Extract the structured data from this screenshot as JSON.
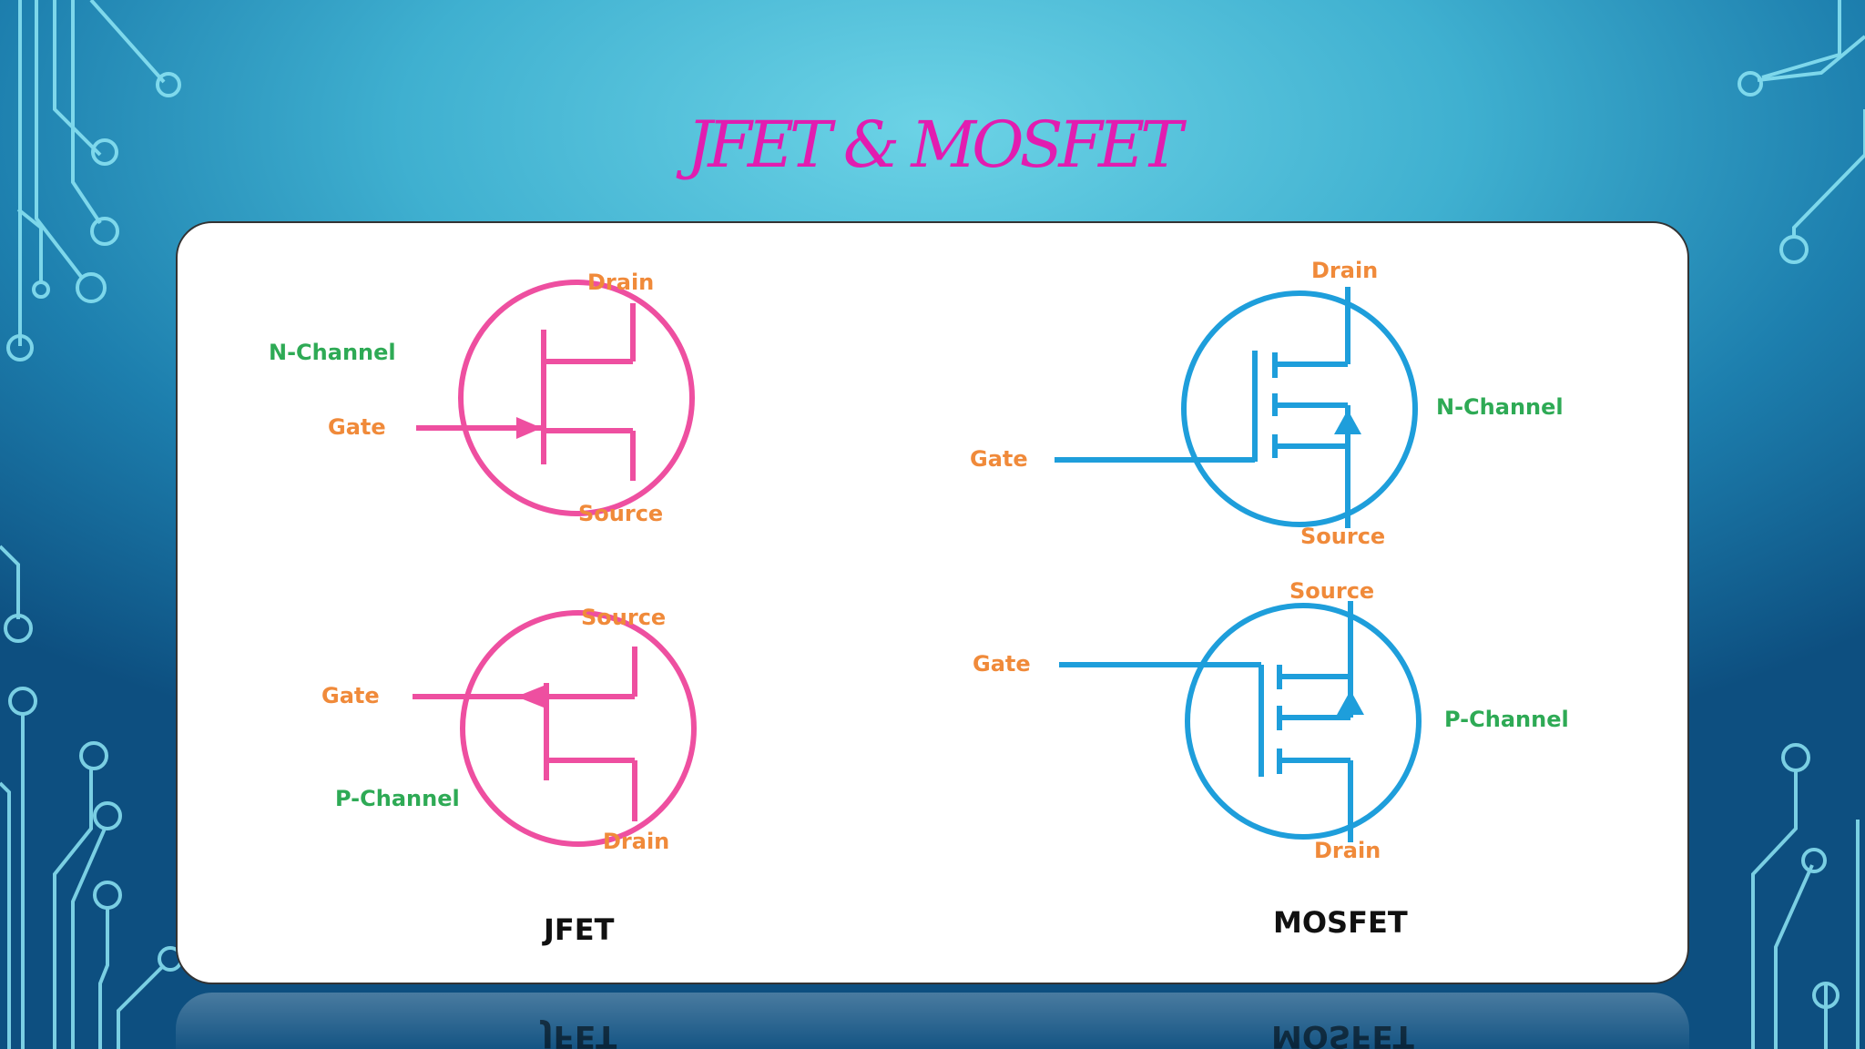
{
  "slide": {
    "title": "JFET & MOSFET"
  },
  "jfet_n": {
    "drain": "Drain",
    "channel": "N-Channel",
    "gate": "Gate",
    "source": "Source"
  },
  "jfet_p": {
    "source": "Source",
    "gate": "Gate",
    "channel": "P-Channel",
    "drain": "Drain"
  },
  "mosfet_n": {
    "drain": "Drain",
    "channel": "N-Channel",
    "gate": "Gate",
    "source": "Source"
  },
  "mosfet_p": {
    "source": "Source",
    "gate": "Gate",
    "channel": "P-Channel",
    "drain": "Drain"
  },
  "captions": {
    "jfet": "JFET",
    "mosfet": "MOSFET"
  },
  "colors": {
    "jfet": "#ee4fa0",
    "mosfet": "#1e9edb",
    "label": "#f08a3a",
    "channel": "#2eaa55",
    "title": "#e21cb0"
  }
}
